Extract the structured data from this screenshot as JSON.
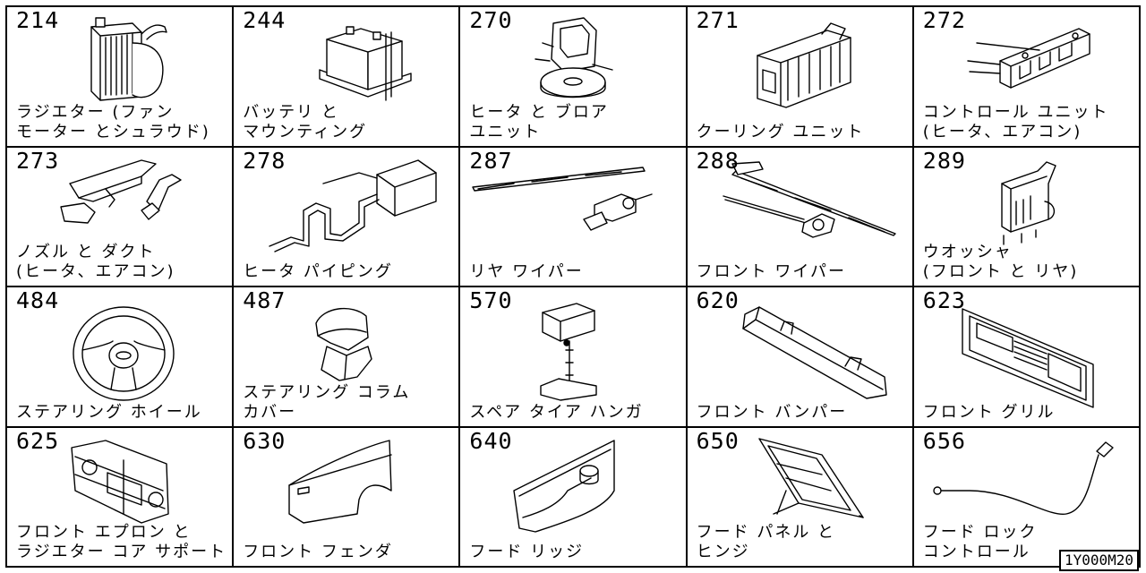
{
  "diagram_id": "1Y000M20",
  "parts": [
    {
      "code": "214",
      "label": "ラジエター (ファン\nモーター とシュラウド)",
      "icon": "radiator-icon"
    },
    {
      "code": "244",
      "label": "バッテリ と\nマウンティング",
      "icon": "battery-icon"
    },
    {
      "code": "270",
      "label": "ヒータ と ブロア\nユニット",
      "icon": "heater-blower-icon"
    },
    {
      "code": "271",
      "label": "クーリング ユニット",
      "icon": "cooling-unit-icon"
    },
    {
      "code": "272",
      "label": "コントロール ユニット\n(ヒータ、エアコン)",
      "icon": "control-unit-icon"
    },
    {
      "code": "273",
      "label": "ノズル と ダクト\n(ヒータ、エアコン)",
      "icon": "nozzle-duct-icon"
    },
    {
      "code": "278",
      "label": "ヒータ パイピング",
      "icon": "heater-piping-icon"
    },
    {
      "code": "287",
      "label": "リヤ ワイパー",
      "icon": "rear-wiper-icon"
    },
    {
      "code": "288",
      "label": "フロント ワイパー",
      "icon": "front-wiper-icon"
    },
    {
      "code": "289",
      "label": "ウオッシャ\n(フロント と リヤ)",
      "icon": "washer-icon"
    },
    {
      "code": "484",
      "label": "ステアリング ホイール",
      "icon": "steering-wheel-icon"
    },
    {
      "code": "487",
      "label": "ステアリング コラム\nカバー",
      "icon": "column-cover-icon"
    },
    {
      "code": "570",
      "label": "スペア タイア ハンガ",
      "icon": "spare-tire-hanger-icon"
    },
    {
      "code": "620",
      "label": "フロント バンパー",
      "icon": "front-bumper-icon"
    },
    {
      "code": "623",
      "label": "フロント グリル",
      "icon": "front-grille-icon"
    },
    {
      "code": "625",
      "label": "フロント エプロン と\nラジエター コア サポート",
      "icon": "front-apron-icon"
    },
    {
      "code": "630",
      "label": "フロント フェンダ",
      "icon": "front-fender-icon"
    },
    {
      "code": "640",
      "label": "フード リッジ",
      "icon": "hood-ledge-icon"
    },
    {
      "code": "650",
      "label": "フード パネル と\nヒンジ",
      "icon": "hood-panel-icon"
    },
    {
      "code": "656",
      "label": "フード ロック\nコントロール",
      "icon": "hood-lock-cable-icon"
    }
  ]
}
